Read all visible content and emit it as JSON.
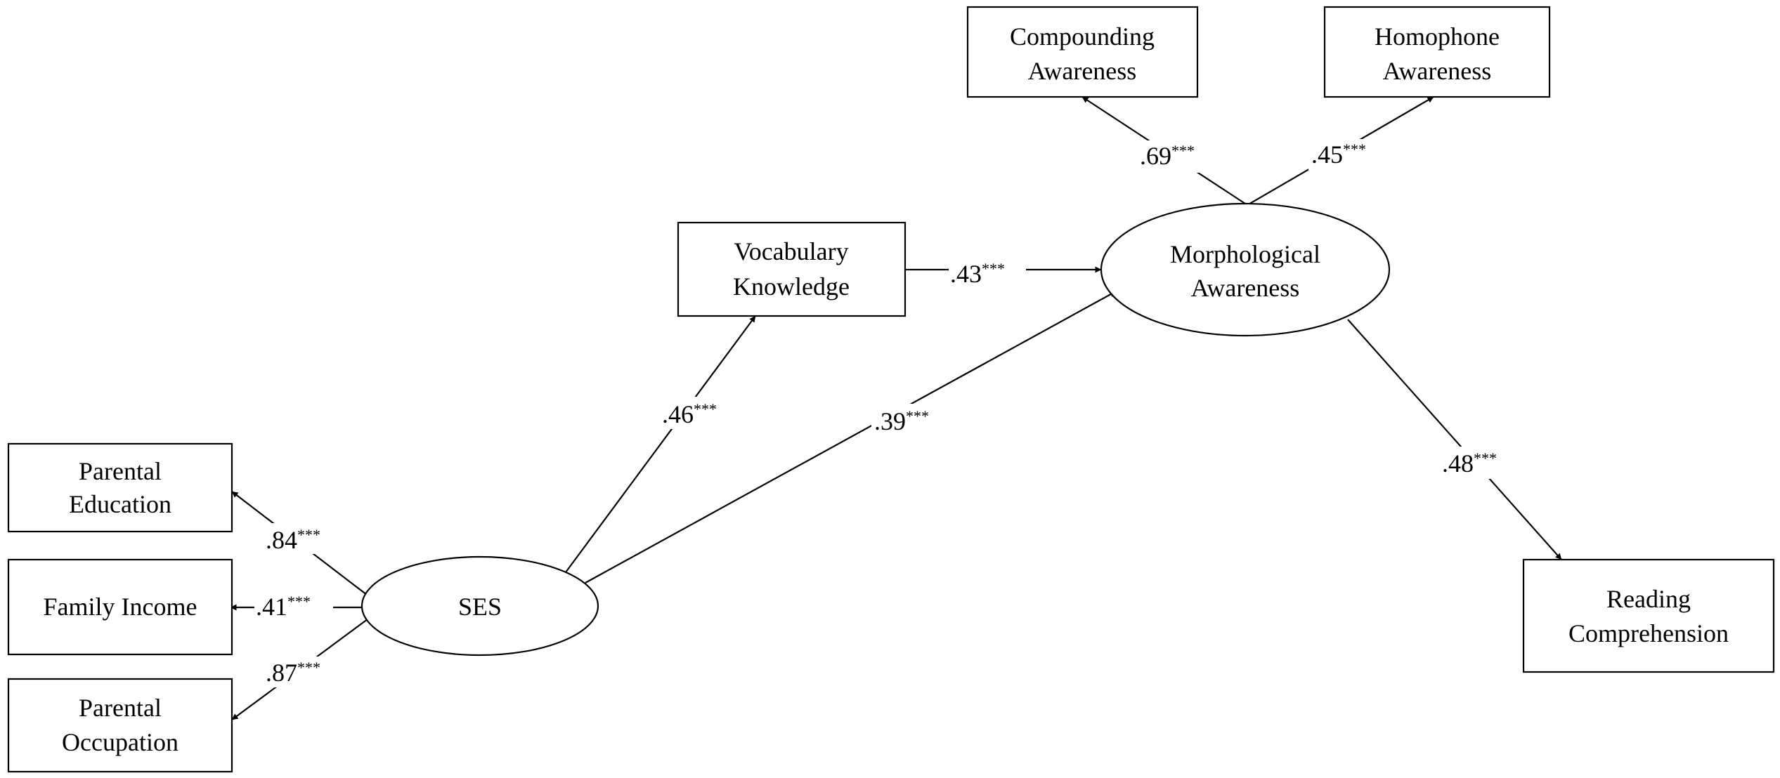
{
  "nodes": {
    "parental_education": {
      "lines": [
        "Parental",
        "Education"
      ]
    },
    "family_income": {
      "lines": [
        "Family Income"
      ]
    },
    "parental_occupation": {
      "lines": [
        "Parental",
        "Occupation"
      ]
    },
    "ses": {
      "lines": [
        "SES"
      ]
    },
    "vocabulary_knowledge": {
      "lines": [
        "Vocabulary",
        "Knowledge"
      ]
    },
    "morphological_awareness": {
      "lines": [
        "Morphological",
        "Awareness"
      ]
    },
    "compounding_awareness": {
      "lines": [
        "Compounding",
        "Awareness"
      ]
    },
    "homophone_awareness": {
      "lines": [
        "Homophone",
        "Awareness"
      ]
    },
    "reading_comprehension": {
      "lines": [
        "Reading",
        "Comprehension"
      ]
    }
  },
  "paths": {
    "ses_parental_education": {
      "coef": ".84",
      "sig": "***"
    },
    "ses_family_income": {
      "coef": ".41",
      "sig": "***"
    },
    "ses_parental_occupation": {
      "coef": ".87",
      "sig": "***"
    },
    "ses_vocabulary": {
      "coef": ".46",
      "sig": "***"
    },
    "ses_morphological": {
      "coef": ".39",
      "sig": "***"
    },
    "vocabulary_morphological": {
      "coef": ".43",
      "sig": "***"
    },
    "morphological_compounding": {
      "coef": ".69",
      "sig": "***"
    },
    "morphological_homophone": {
      "coef": ".45",
      "sig": "***"
    },
    "morphological_reading": {
      "coef": ".48",
      "sig": "***"
    }
  }
}
